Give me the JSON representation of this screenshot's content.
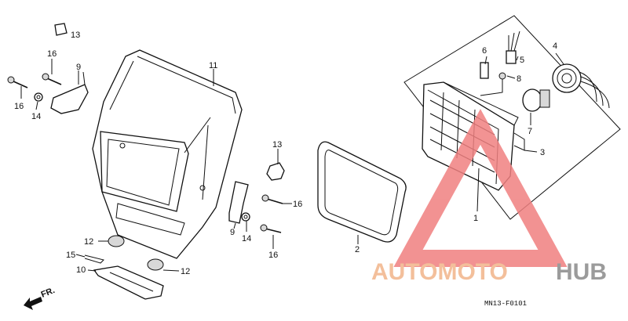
{
  "diagram": {
    "code": "MN13-F0101",
    "front_marker": "FR.",
    "labels": {
      "p1": "1",
      "p2": "2",
      "p3": "3",
      "p4": "4",
      "p5": "5",
      "p6": "6",
      "p7": "7",
      "p8": "8",
      "p9a": "9",
      "p9b": "9",
      "p10": "10",
      "p11": "11",
      "p12a": "12",
      "p12b": "12",
      "p13a": "13",
      "p13b": "13",
      "p14a": "14",
      "p14b": "14",
      "p15": "15",
      "p16a": "16",
      "p16b": "16",
      "p16c": "16",
      "p16d": "16"
    }
  },
  "watermark": {
    "word1": "AUTOMOTO",
    "word2": "HUB",
    "color_main": "#f2b58a",
    "color_second": "#8a8a8a",
    "triangle_color": "#f08080"
  }
}
